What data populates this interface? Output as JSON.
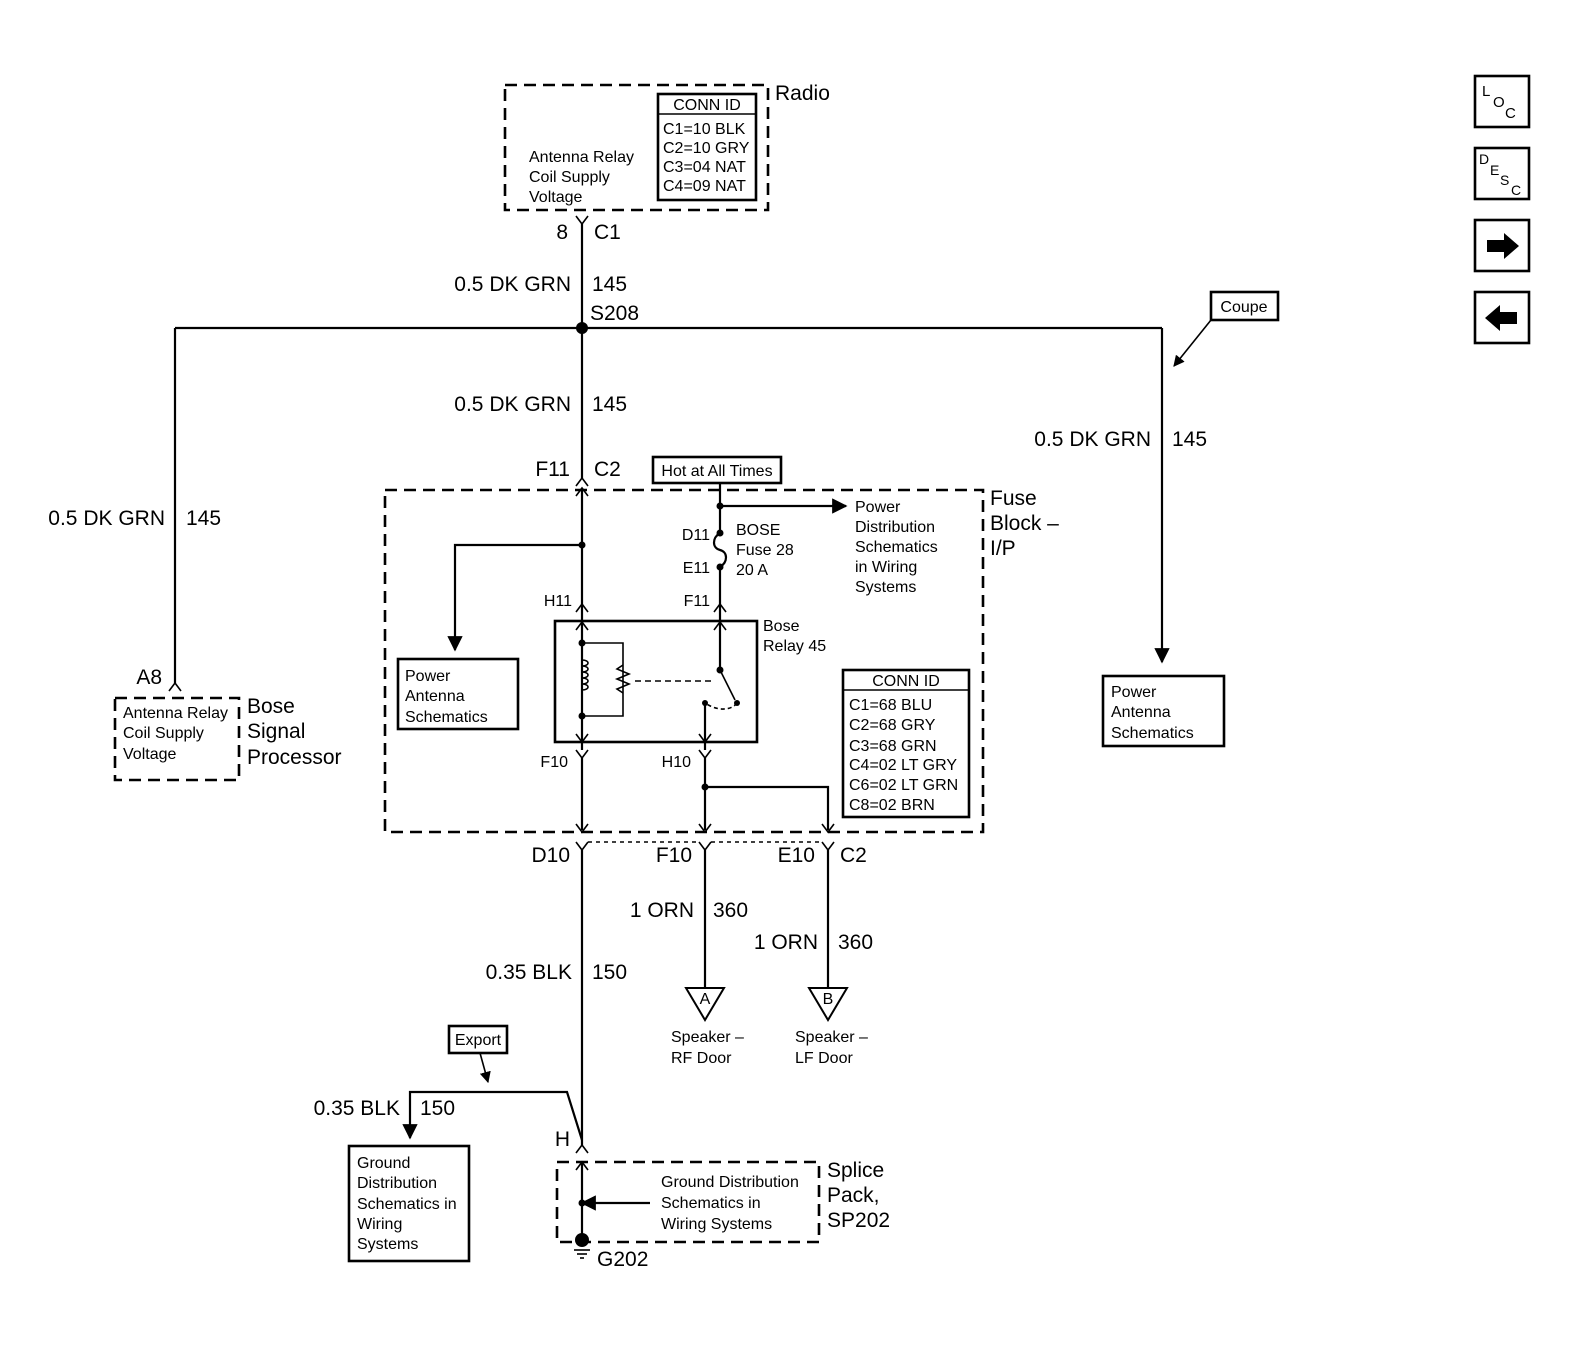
{
  "radio": {
    "title": "Radio",
    "circuit_lines": [
      "Antenna Relay",
      "Coil Supply",
      "Voltage"
    ],
    "conn_id_title": "CONN ID",
    "conn_ids": [
      "C1=10 BLK",
      "C2=10 GRY",
      "C3=04 NAT",
      "C4=09 NAT"
    ],
    "pin": "8",
    "connector": "C1"
  },
  "wire_top": {
    "label": "0.5 DK GRN",
    "circuit": "145"
  },
  "splice": "S208",
  "wire_mid": {
    "label": "0.5 DK GRN",
    "circuit": "145"
  },
  "wire_left": {
    "label": "0.5 DK GRN",
    "circuit": "145"
  },
  "wire_right": {
    "label": "0.5 DK GRN",
    "circuit": "145"
  },
  "coupe_tag": "Coupe",
  "fuse_block": {
    "title_lines": [
      "Fuse",
      "Block –",
      "I/P"
    ],
    "in_pin": "F11",
    "in_connector": "C2",
    "hot_label": "Hot at All Times",
    "fuse_pin_top": "D11",
    "fuse_pin_bottom": "E11",
    "fuse_lines": [
      "BOSE",
      "Fuse 28",
      "20 A"
    ],
    "power_dist_lines": [
      "Power",
      "Distribution",
      "Schematics",
      "in Wiring",
      "Systems"
    ],
    "relay_pin_h11": "H11",
    "relay_pin_f11": "F11",
    "relay_lines": [
      "Bose",
      "Relay 45"
    ],
    "relay_pin_f10": "F10",
    "relay_pin_h10": "H10",
    "conn_id_title": "CONN ID",
    "conn_ids": [
      "C1=68 BLU",
      "C2=68 GRY",
      "C3=68 GRN",
      "C4=02 LT GRY",
      "C6=02 LT GRN",
      "C8=02 BRN"
    ],
    "out_pins": [
      "D10",
      "F10",
      "E10"
    ],
    "out_connector": "C2"
  },
  "power_antenna_inner_lines": [
    "Power",
    "Antenna",
    "Schematics"
  ],
  "power_antenna_right_lines": [
    "Power",
    "Antenna",
    "Schematics"
  ],
  "bsp": {
    "pin": "A8",
    "circuit_lines": [
      "Antenna Relay",
      "Coil Supply",
      "Voltage"
    ],
    "title_lines": [
      "Bose",
      "Signal",
      "Processor"
    ]
  },
  "wire_orn_a": {
    "label": "1 ORN",
    "circuit": "360"
  },
  "wire_orn_b": {
    "label": "1 ORN",
    "circuit": "360"
  },
  "speaker_a": {
    "letter": "A",
    "lines": [
      "Speaker –",
      "RF Door"
    ]
  },
  "speaker_b": {
    "letter": "B",
    "lines": [
      "Speaker –",
      "LF Door"
    ]
  },
  "wire_blk": {
    "label": "0.35 BLK",
    "circuit": "150"
  },
  "export_tag": "Export",
  "wire_blk_export": {
    "label": "0.35 BLK",
    "circuit": "150"
  },
  "ground_dist_box_lines": [
    "Ground",
    "Distribution",
    "Schematics in",
    "Wiring",
    "Systems"
  ],
  "splice_pack": {
    "pin": "H",
    "ref_lines": [
      "Ground Distribution",
      "Schematics in",
      "Wiring Systems"
    ],
    "title_lines": [
      "Splice",
      "Pack,",
      "SP202"
    ]
  },
  "ground": "G202",
  "nav": {
    "loc": [
      "L",
      "O",
      "C"
    ],
    "desc": [
      "D",
      "E",
      "S",
      "C"
    ],
    "next": "→",
    "prev": "←"
  }
}
